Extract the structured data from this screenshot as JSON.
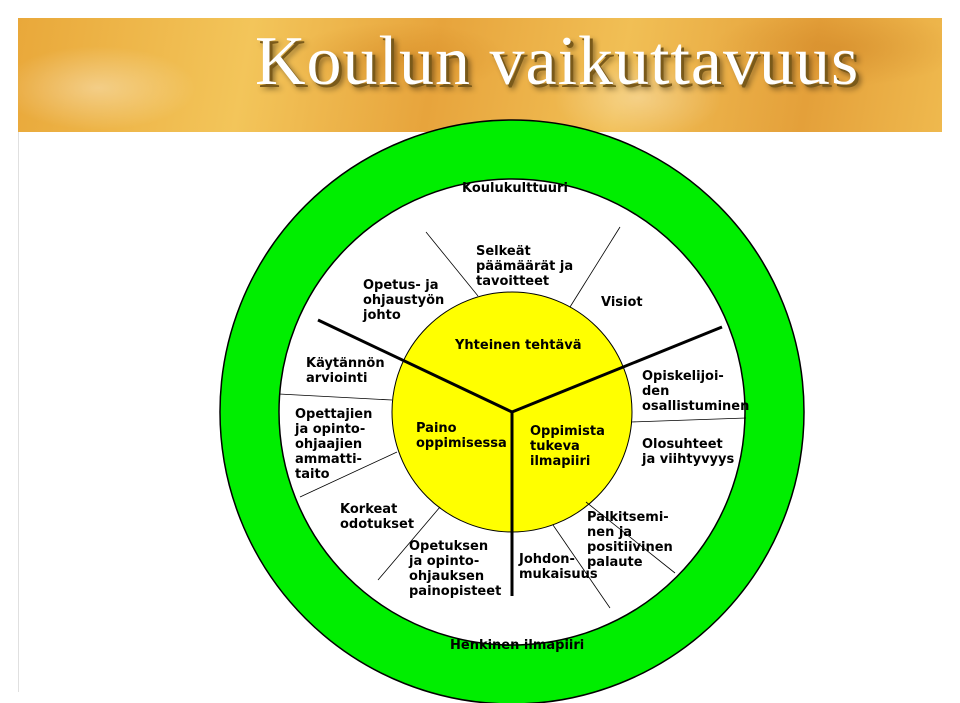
{
  "title": "Koulun vaikuttavuus",
  "colors": {
    "outer_ring": "#00ee00",
    "inner_circle": "#ffff00",
    "lines": "#000000",
    "banner": "#f0b850"
  },
  "ring": {
    "top_label": "Koulukulttuuri",
    "bottom_label": "Henkinen ilmapiiri"
  },
  "center": {
    "top": "Yhteinen tehtävä",
    "left": "Paino\noppimisessa",
    "right": "Oppimista\ntukeva\nilmapiiri"
  },
  "segments": [
    "Selkeät\npäämäärät ja\ntavoitteet",
    "Visiot",
    "Opiskelijoi-\nden\nosallistuminen",
    "Olosuhteet\nja viihtyvyys",
    "Palkitsemi-\nnen ja\npositiivinen\npalaute",
    "Johdon-\nmukaisuus",
    "Opetuksen\nja opinto-\nohjauksen\npainopisteet",
    "Korkeat\nodotukset",
    "Opettajien\nja opinto-\nohjaajien\nammatti-\ntaito",
    "Käytännön\narviointi",
    "Opetus- ja\nohjaustyön\njohto"
  ]
}
